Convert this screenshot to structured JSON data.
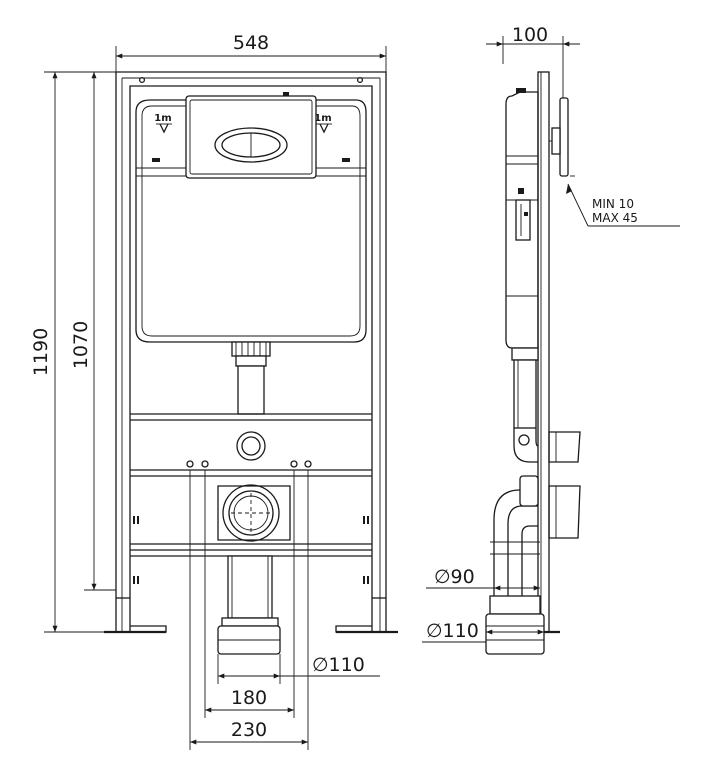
{
  "front_view": {
    "width_label": "548",
    "height_total_label": "1190",
    "height_frame_label": "1070",
    "drain_diameter_label": "∅110",
    "fixing_inner_label": "180",
    "fixing_outer_label": "230",
    "tank_marker_left": "1m",
    "tank_marker_right": "1m"
  },
  "side_view": {
    "depth_label": "100",
    "adjust_min": "MIN 10",
    "adjust_max": "MAX 45",
    "pipe_90_label": "∅90",
    "pipe_110_label": "∅110"
  }
}
